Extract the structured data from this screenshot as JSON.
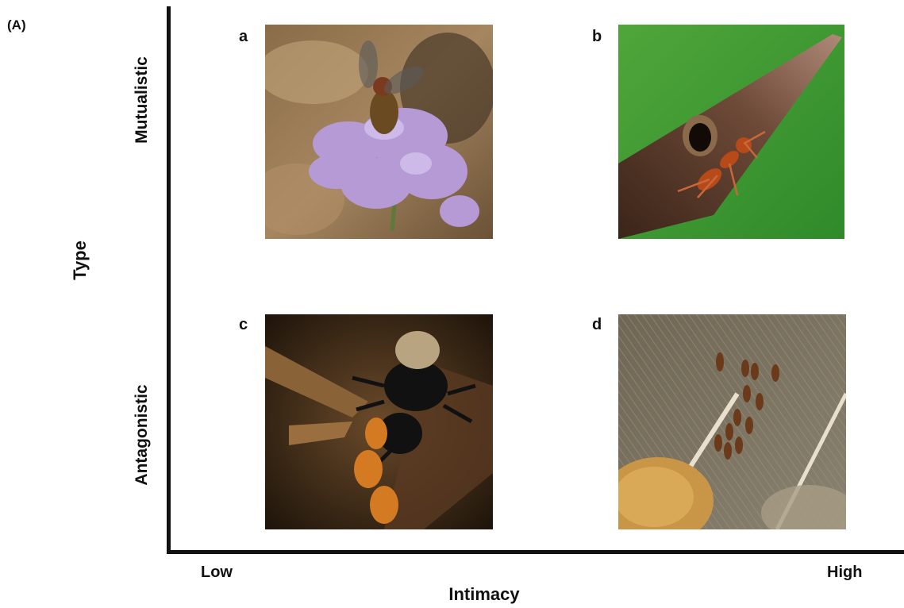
{
  "figure_label": "(A)",
  "y_axis": {
    "title": "Type",
    "top_label": "Mutualistic",
    "bottom_label": "Antagonistic"
  },
  "x_axis": {
    "title": "Intimacy",
    "left_label": "Low",
    "right_label": "High"
  },
  "panels": [
    {
      "letter": "a",
      "subject": "fly on purple flower"
    },
    {
      "letter": "b",
      "subject": "ant on acacia thorn"
    },
    {
      "letter": "c",
      "subject": "jumping spider with ant prey"
    },
    {
      "letter": "d",
      "subject": "feather lice on feather"
    }
  ]
}
